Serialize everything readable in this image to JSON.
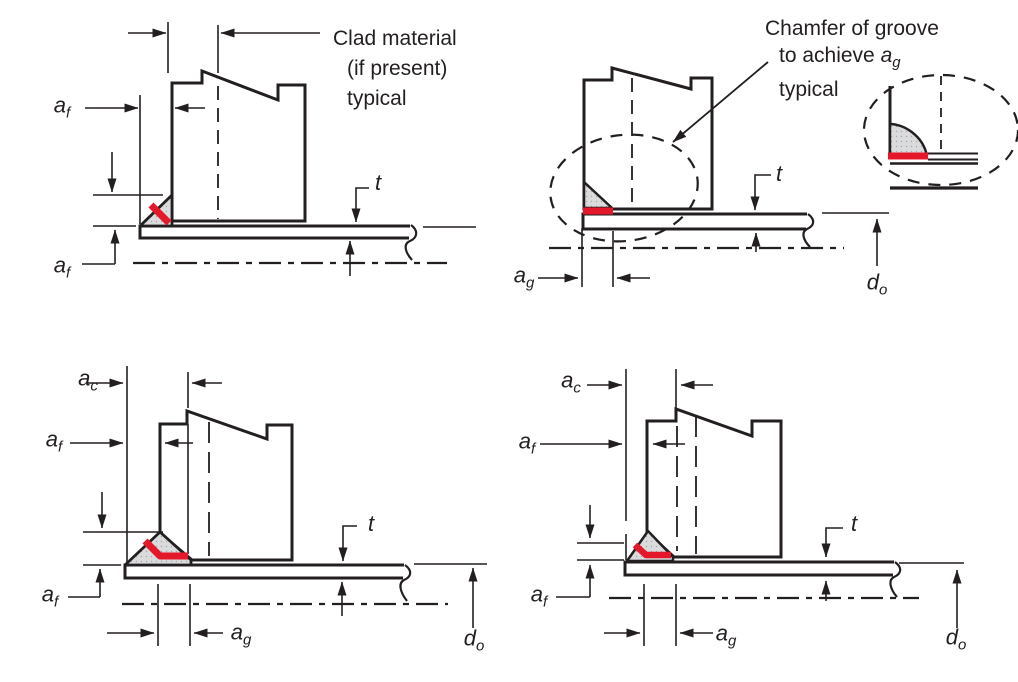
{
  "colors": {
    "line": "#231f20",
    "accent_red": "#e4182b",
    "weld_fill": "#d9dadb",
    "background": "#ffffff"
  },
  "figures": {
    "top_left": {
      "note": {
        "line1": "Clad material",
        "line2": "(if present)",
        "line3": "typical"
      },
      "labels": {
        "af_side": {
          "base": "a",
          "sub": "f"
        },
        "af_bottom": {
          "base": "a",
          "sub": "f"
        },
        "t": "t"
      }
    },
    "top_right": {
      "note": {
        "line1": "Chamfer of groove",
        "line2_prefix": "to achieve ",
        "line2_var": {
          "base": "a",
          "sub": "g"
        },
        "line3": "typical"
      },
      "labels": {
        "ag": {
          "base": "a",
          "sub": "g"
        },
        "t": "t",
        "d_o": {
          "base": "d",
          "sub": "o"
        }
      }
    },
    "bottom_left": {
      "labels": {
        "ac": {
          "base": "a",
          "sub": "c"
        },
        "af_side": {
          "base": "a",
          "sub": "f"
        },
        "af_bottom": {
          "base": "a",
          "sub": "f"
        },
        "ag": {
          "base": "a",
          "sub": "g"
        },
        "t": "t",
        "d_o": {
          "base": "d",
          "sub": "o"
        }
      }
    },
    "bottom_right": {
      "labels": {
        "ac": {
          "base": "a",
          "sub": "c"
        },
        "af_side": {
          "base": "a",
          "sub": "f"
        },
        "af_bottom": {
          "base": "a",
          "sub": "f"
        },
        "ag": {
          "base": "a",
          "sub": "g"
        },
        "t": "t",
        "d_o": {
          "base": "d",
          "sub": "o"
        }
      }
    }
  }
}
